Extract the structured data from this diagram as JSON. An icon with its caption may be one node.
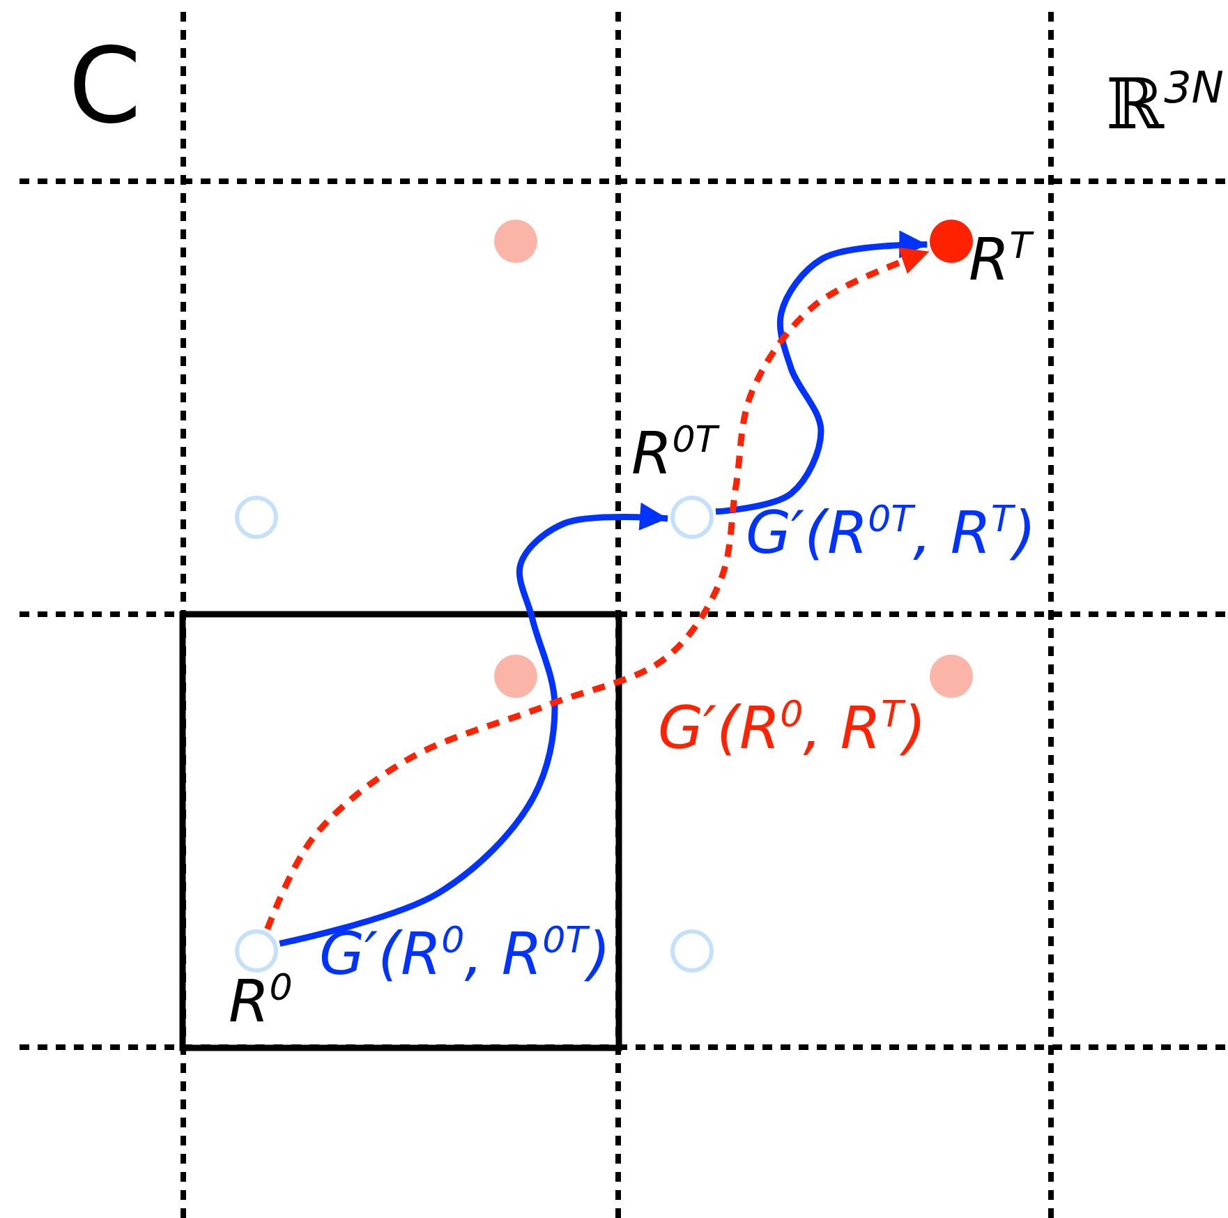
{
  "diagram": {
    "nodes": [
      {
        "text": [],
        "shape": "circle"
      },
      {
        "text": [
          "R$^{T}$"
        ]
      },
      {
        "text": [],
        "shape": "circle"
      },
      {
        "text": [
          "R$^{0T}$"
        ]
      },
      {
        "text": [],
        "shape": "circle"
      },
      {
        "text": [],
        "shape": "circle"
      },
      {
        "text": [
          "R$^{0}$"
        ]
      },
      {
        "text": [],
        "shape": "circle"
      }
    ],
    "edges": [
      {
        "from": 6,
        "to": 3,
        "arrow": "to",
        "label": "G′(R$^{0}$, R$^{0T}$)"
      },
      {
        "from": 3,
        "to": 1,
        "arrow": "to",
        "label": "G′(R$^{0T}$, R$^{T}$)"
      },
      {
        "from": 6,
        "to": 1,
        "arrow": "to",
        "label": "G′(R$^{0}$, R$^{T}$)",
        "style": "dashed",
        "color": "#ff2200"
      }
    ],
    "labels": [
      "C",
      "ℝ$^{3N}$"
    ]
  }
}
